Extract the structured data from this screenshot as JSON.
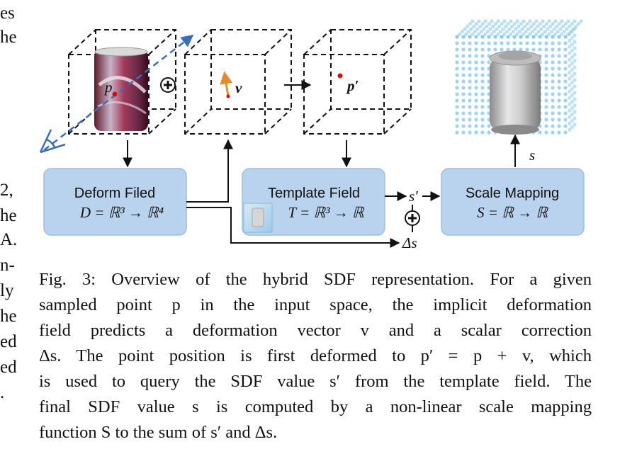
{
  "left_fragments": [
    "es",
    "he",
    "2,",
    "he",
    "A.",
    "n-",
    "ly",
    "he",
    "ed",
    "ed",
    "."
  ],
  "diagram": {
    "input_point": "p",
    "deform_vector": "v",
    "deformed_point": "p′",
    "scale_output": "s",
    "s_prime": "s′",
    "delta_s": "Δs",
    "plus_symbol": "⊕",
    "deform_box": {
      "title": "Deform Filed",
      "formula": "D = ℝ³ → ℝ⁴"
    },
    "template_box": {
      "title": "Template Field",
      "formula": "T = ℝ³ → ℝ"
    },
    "scale_box": {
      "title": "Scale Mapping",
      "formula": "S = ℝ → ℝ"
    },
    "colors": {
      "box_fill": "#b9d3ee",
      "box_stroke": "#9ebfe0",
      "point": "#d01010",
      "vector": "#e58a2e",
      "view_ray": "#3d6eb5",
      "voxel": "#7fc4ea",
      "can_body": "#c7c7c7"
    }
  },
  "caption": {
    "lines": [
      "Fig. 3: Overview of the hybrid SDF representation. For a given",
      "sampled point p in the input space, the implicit deformation",
      "field predicts a deformation vector v and a scalar correction",
      "Δs. The point position is first deformed to p′ = p + v, which",
      "is used to query the SDF value s′ from the template field. The",
      "final SDF value s is computed by a non-linear scale mapping",
      "function S to the sum of s′ and Δs."
    ]
  }
}
